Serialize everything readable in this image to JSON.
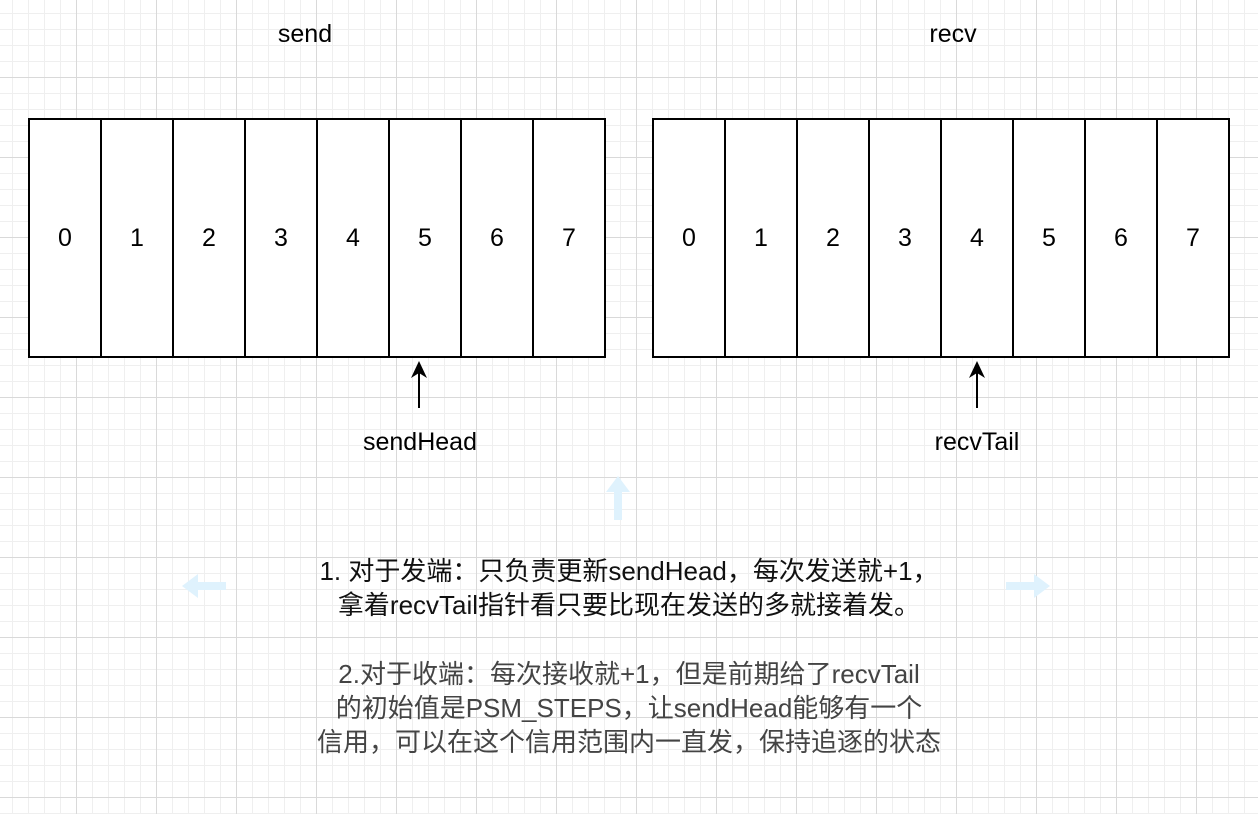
{
  "send": {
    "title": "send",
    "cells": [
      "0",
      "1",
      "2",
      "3",
      "4",
      "5",
      "6",
      "7"
    ],
    "pointer_label": "sendHead"
  },
  "recv": {
    "title": "recv",
    "cells": [
      "0",
      "1",
      "2",
      "3",
      "4",
      "5",
      "6",
      "7"
    ],
    "pointer_label": "recvTail"
  },
  "notes": {
    "note1": {
      "line1": "1. 对于发端：只负责更新sendHead，每次发送就+1，",
      "line2": "拿着recvTail指针看只要比现在发送的多就接着发。"
    },
    "note2": {
      "line1": "2.对于收端：每次接收就+1，但是前期给了recvTail",
      "line2": "的初始值是PSM_STEPS，让sendHead能够有一个",
      "line3": "信用，可以在这个信用范围内一直发，保持追逐的状态"
    }
  },
  "colors": {
    "stroke": "#000000",
    "ghost_arrow": "#dff2fd",
    "grid": "#d9d9d9"
  },
  "icons": {
    "pointer": "arrow-up-icon",
    "ghost": [
      "ghost-arrow-up-icon",
      "ghost-arrow-left-icon",
      "ghost-arrow-right-icon"
    ]
  }
}
